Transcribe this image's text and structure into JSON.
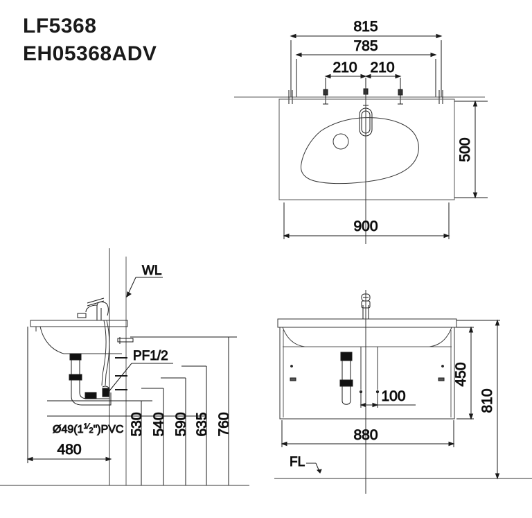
{
  "sheet": {
    "title_lines": [
      "LF5368",
      "EH05368ADV"
    ],
    "line_color": "#1a1a1a",
    "background": "#ffffff"
  },
  "views": {
    "plan": {
      "name": "plan-view",
      "dimensions": {
        "overall_bracket": "815",
        "mounting_span": "785",
        "bolt_left": "210",
        "bolt_right": "210",
        "depth": "500",
        "width": "900"
      }
    },
    "side": {
      "name": "side-section-view",
      "labels": {
        "water_line": "WL",
        "supply": "PF1/2",
        "drain_pipe": "Ø49(1",
        "drain_pipe_frac_num": "1",
        "drain_pipe_frac_den": "2",
        "drain_pipe_tail": "\")PVC"
      },
      "dimensions": {
        "depth": "480",
        "h1": "530",
        "h2": "540",
        "h3": "590",
        "h4": "635",
        "h5": "760"
      }
    },
    "front": {
      "name": "front-elevation-view",
      "labels": {
        "floor_level": "FL"
      },
      "dimensions": {
        "pipe_offset": "100",
        "cabinet_height": "450",
        "total_height": "810",
        "cabinet_width": "880"
      }
    }
  }
}
